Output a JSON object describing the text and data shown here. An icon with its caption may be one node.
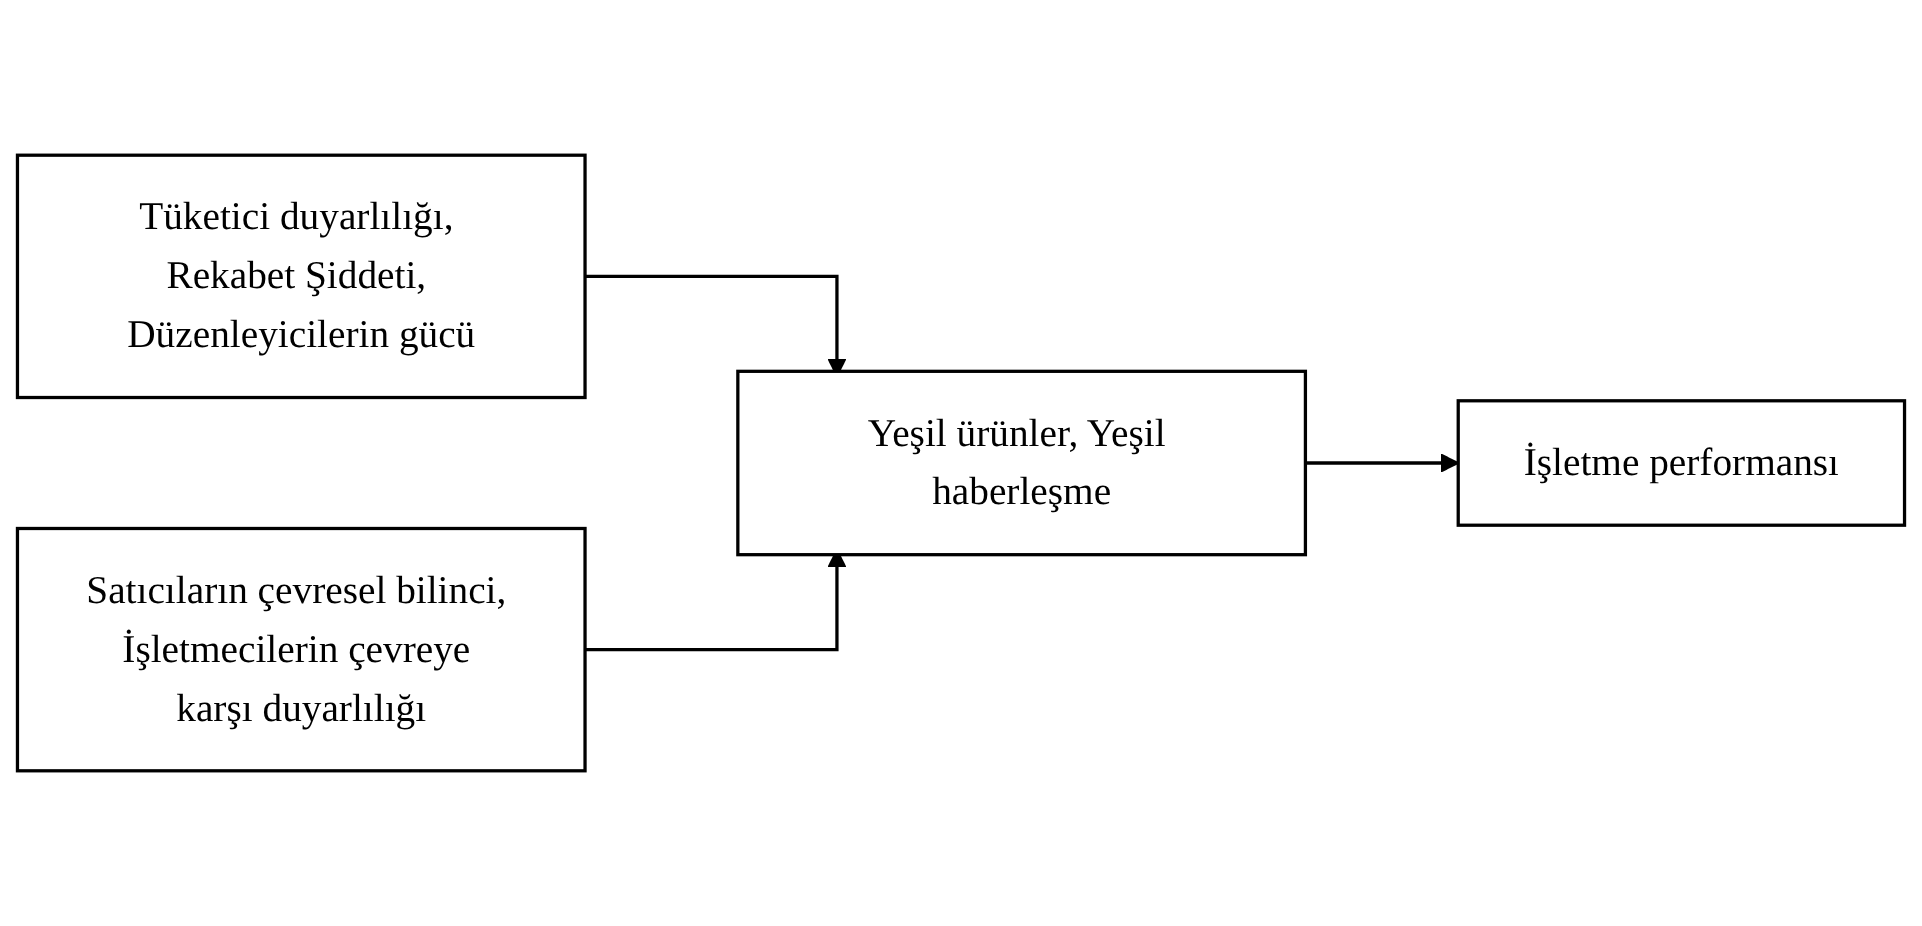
{
  "diagram": {
    "nodes": [
      {
        "text": [
          "Tüketici duyarlılığı, Rekabet Şiddeti, Düzenleyicilerin gücü"
        ]
      },
      {
        "text": [
          "Satıcıların çevresel bilinci, İşletmecilerin çevreye karşı duyarlılığı"
        ]
      },
      {
        "text": [
          "Yeşil ürünler, Yeşil haberleşme"
        ]
      },
      {
        "text": [
          "İşletme performansı"
        ]
      }
    ],
    "edges": [
      {
        "from": 0,
        "to": 2,
        "arrow": "to"
      },
      {
        "from": 1,
        "to": 2,
        "arrow": "to"
      },
      {
        "from": 2,
        "to": 3,
        "arrow": "to"
      }
    ]
  }
}
